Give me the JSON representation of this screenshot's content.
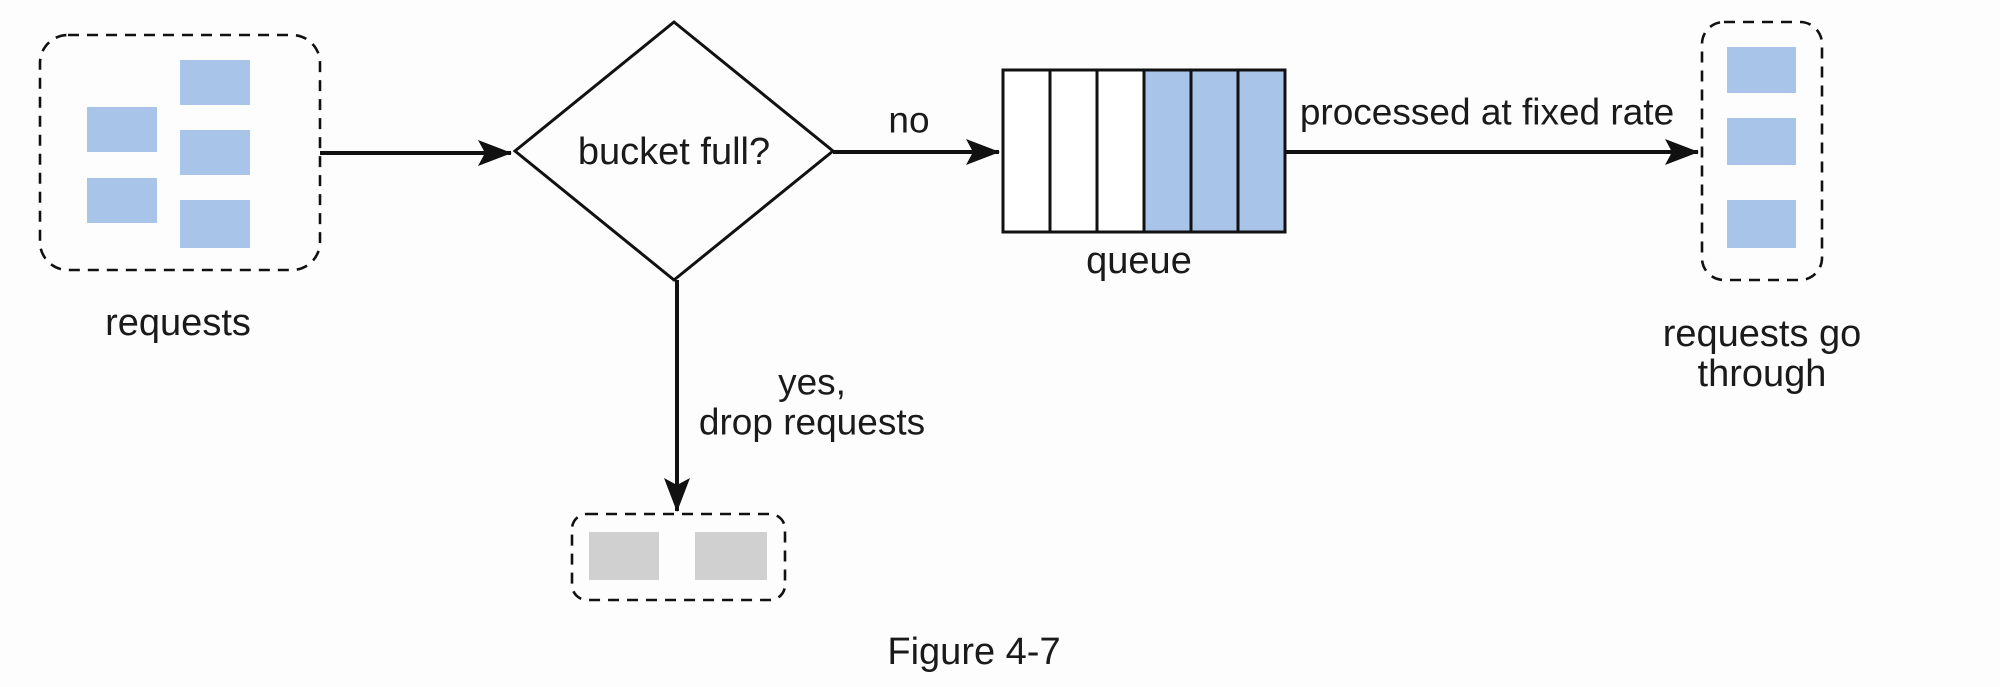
{
  "diagram": {
    "caption": "Figure 4-7",
    "incoming": {
      "label": "requests"
    },
    "decision": {
      "label": "bucket full?"
    },
    "edges": {
      "no_label": "no",
      "yes_label_line1": "yes,",
      "yes_label_line2": "drop requests",
      "processed_label": "processed at fixed rate"
    },
    "queue": {
      "label": "queue",
      "capacity": 6,
      "cells": [
        {
          "state": "empty",
          "fill": "#ffffff"
        },
        {
          "state": "empty",
          "fill": "#ffffff"
        },
        {
          "state": "empty",
          "fill": "#ffffff"
        },
        {
          "state": "full",
          "fill": "#a8c4e8"
        },
        {
          "state": "full",
          "fill": "#a8c4e8"
        },
        {
          "state": "full",
          "fill": "#a8c4e8"
        }
      ]
    },
    "outgoing": {
      "label_line1": "requests go",
      "label_line2": "through"
    },
    "colors": {
      "request_fill": "#a8c4e8",
      "dropped_fill": "#d0d0d0",
      "line": "#111111"
    }
  }
}
